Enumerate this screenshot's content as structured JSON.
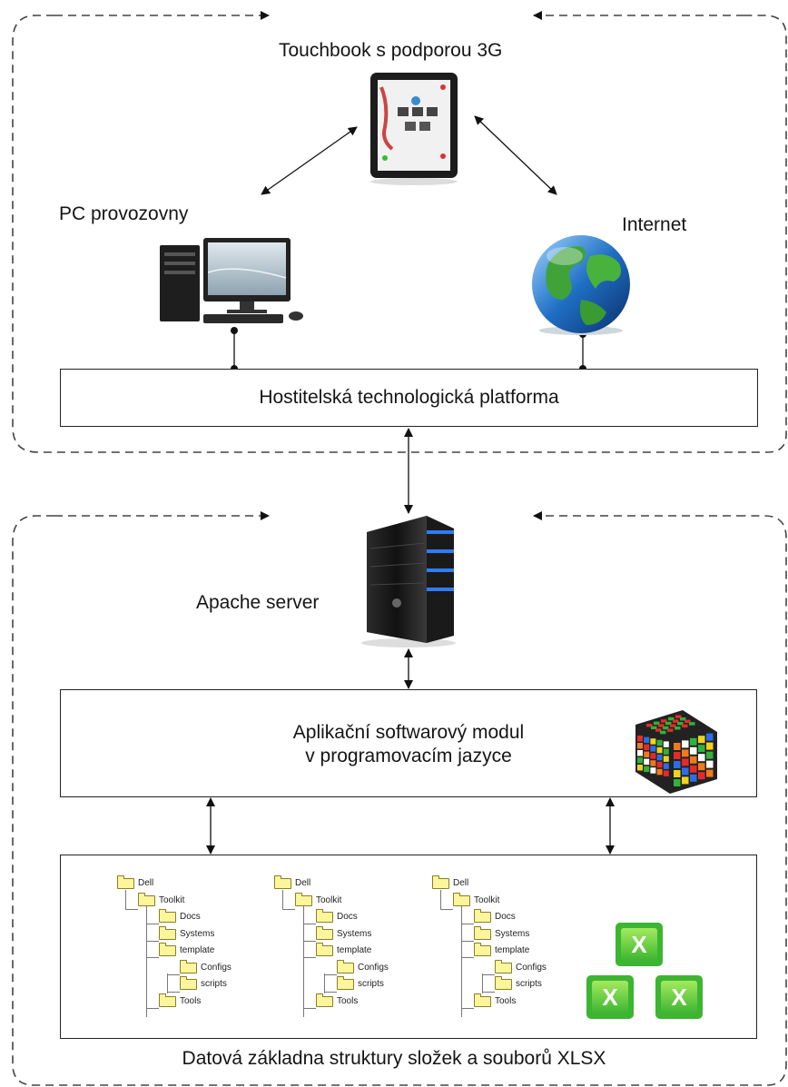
{
  "top_section": {
    "tablet_label": "Touchbook s podporou 3G",
    "pc_label": "PC provozovny",
    "internet_label": "Internet",
    "platform_box": "Hostitelská technologická platforma"
  },
  "bottom_section": {
    "server_label": "Apache server",
    "module_box": {
      "line1": "Aplikační softwarový modul",
      "line2": "v programovacím jazyce"
    },
    "data_box_caption": "Datová základna struktury složek a souborů XLSX"
  },
  "folder_tree": {
    "items": [
      "Dell",
      "Toolkit",
      "Docs",
      "Systems",
      "template",
      "Configs",
      "scripts",
      "Tools"
    ]
  },
  "icons": {
    "tablet": "tablet-icon",
    "pc": "desktop-computer-icon",
    "globe": "globe-icon",
    "server": "server-tower-icon",
    "cube": "rubiks-cube-icon",
    "excel": "excel-file-icon"
  },
  "colors": {
    "folder_fill": "#fdf59a",
    "excel_green": "#3cb531",
    "globe_blue": "#1f6fc4",
    "server_led": "#2f7cf6"
  }
}
